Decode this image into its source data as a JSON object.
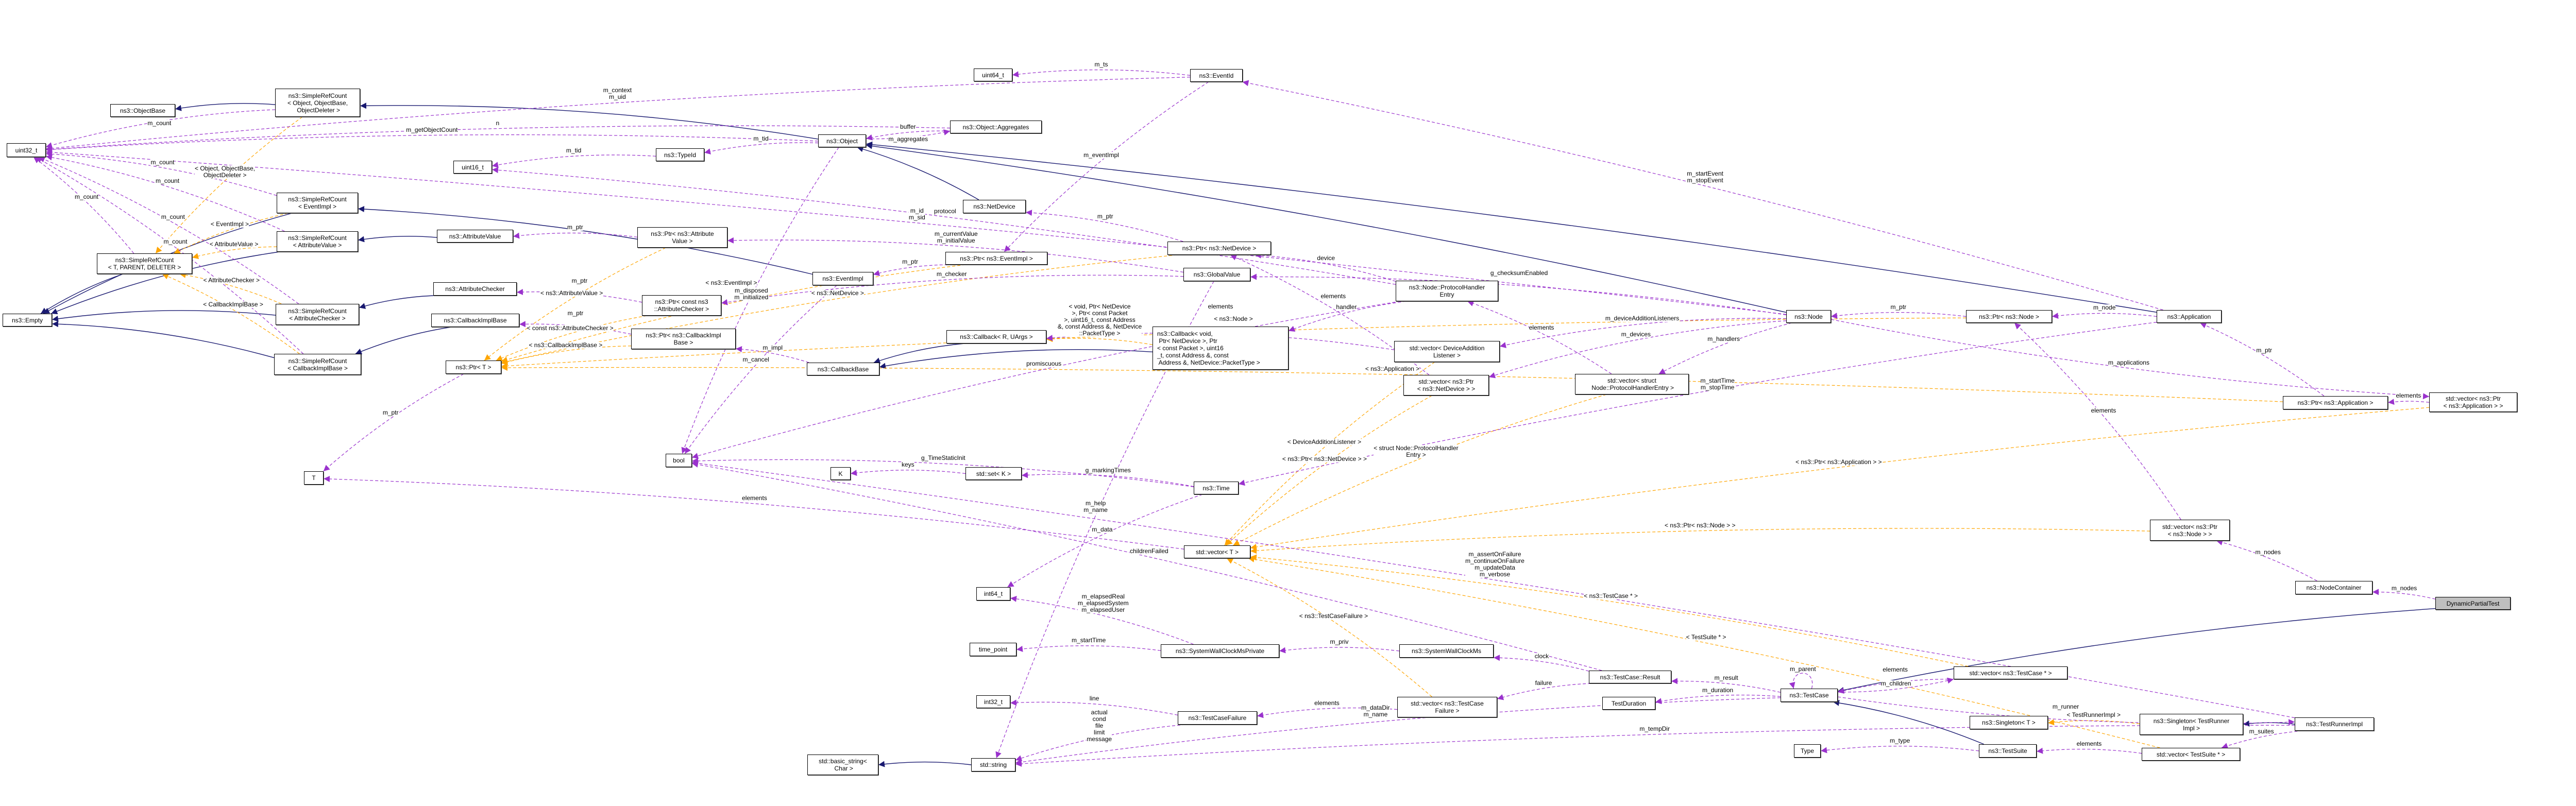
{
  "colors": {
    "inherit": "#191970",
    "use": "#9a32cd",
    "template": "#ffa500",
    "root_fill": "#bfbfbf"
  },
  "nodes": {
    "uint32": {
      "label": "uint32_t"
    },
    "ObjectBase": {
      "label": "ns3::ObjectBase"
    },
    "SRC_Object": {
      "label": "ns3::SimpleRefCount\n< Object, ObjectBase,\n ObjectDeleter >"
    },
    "uint16": {
      "label": "uint16_t"
    },
    "SRC_EventImpl": {
      "label": "ns3::SimpleRefCount\n< EventImpl >"
    },
    "SRC_AttrValue": {
      "label": "ns3::SimpleRefCount\n< AttributeValue >"
    },
    "SRC_TPD": {
      "label": "ns3::SimpleRefCount\n< T, PARENT, DELETER >"
    },
    "AttributeValue": {
      "label": "ns3::AttributeValue"
    },
    "Empty": {
      "label": "ns3::Empty"
    },
    "SRC_AttrChecker": {
      "label": "ns3::SimpleRefCount\n< AttributeChecker >"
    },
    "SRC_CIB": {
      "label": "ns3::SimpleRefCount\n< CallbackImplBase >"
    },
    "AttributeChecker": {
      "label": "ns3::AttributeChecker"
    },
    "CallbackImplBase": {
      "label": "ns3::CallbackImplBase"
    },
    "PtrT": {
      "label": "ns3::Ptr< T >"
    },
    "T": {
      "label": "T"
    },
    "Object": {
      "label": "ns3::Object"
    },
    "TypeId": {
      "label": "ns3::TypeId"
    },
    "PtrAttrValue": {
      "label": "ns3::Ptr< ns3::Attribute\nValue >"
    },
    "EventImpl": {
      "label": "ns3::EventImpl"
    },
    "PtrConstAC": {
      "label": "ns3::Ptr< const ns3\n::AttributeChecker >"
    },
    "PtrCIB": {
      "label": "ns3::Ptr< ns3::CallbackImpl\nBase >"
    },
    "CallbackBase": {
      "label": "ns3::CallbackBase"
    },
    "Aggregates": {
      "label": "ns3::Object::Aggregates"
    },
    "bool": {
      "label": "bool"
    },
    "K": {
      "label": "K"
    },
    "basic_string": {
      "label": "std::basic_string<\n Char >"
    },
    "uint64": {
      "label": "uint64_t"
    },
    "EventId": {
      "label": "ns3::EventId"
    },
    "NetDevice": {
      "label": "ns3::NetDevice"
    },
    "PtrEventImpl": {
      "label": "ns3::Ptr< ns3::EventImpl >"
    },
    "PtrNetDevice": {
      "label": "ns3::Ptr< ns3::NetDevice >"
    },
    "GlobalValue": {
      "label": "ns3::GlobalValue"
    },
    "CallbackRU": {
      "label": "ns3::Callback< R, UArgs >"
    },
    "CallbackVoid": {
      "label": "ns3::Callback< void,\n Ptr< NetDevice >, Ptr\n< const Packet >, uint16\n_t, const Address &, const\n Address &, NetDevice::PacketType >"
    },
    "PHE": {
      "label": "ns3::Node::ProtocolHandler\nEntry"
    },
    "vecDAL": {
      "label": "std::vector< DeviceAddition\nListener >"
    },
    "vecPtrND": {
      "label": "std::vector< ns3::Ptr\n< ns3::NetDevice > >"
    },
    "vecPHE": {
      "label": "std::vector< struct\n Node::ProtocolHandlerEntry >"
    },
    "setK": {
      "label": "std::set< K >"
    },
    "Time": {
      "label": "ns3::Time"
    },
    "vecT": {
      "label": "std::vector< T >"
    },
    "int64": {
      "label": "int64_t"
    },
    "time_point": {
      "label": "time_point"
    },
    "SWCMP": {
      "label": "ns3::SystemWallClockMsPrivate"
    },
    "SWCM": {
      "label": "ns3::SystemWallClockMs"
    },
    "int32": {
      "label": "int32_t"
    },
    "TCF": {
      "label": "ns3::TestCaseFailure"
    },
    "string": {
      "label": "std::string"
    },
    "vecTCF": {
      "label": "std::vector< ns3::TestCase\nFailure >"
    },
    "Node": {
      "label": "ns3::Node"
    },
    "Result": {
      "label": "ns3::TestCase::Result"
    },
    "TestDuration": {
      "label": "TestDuration"
    },
    "TestCase": {
      "label": "ns3::TestCase"
    },
    "Type": {
      "label": "Type"
    },
    "PtrNode": {
      "label": "ns3::Ptr< ns3::Node >"
    },
    "Application": {
      "label": "ns3::Application"
    },
    "PtrApp": {
      "label": "ns3::Ptr< ns3::Application >"
    },
    "vecPtrApp": {
      "label": "std::vector< ns3::Ptr\n< ns3::Application > >"
    },
    "vecPtrNode": {
      "label": "std::vector< ns3::Ptr\n< ns3::Node > >"
    },
    "NodeContainer": {
      "label": "ns3::NodeContainer"
    },
    "DynamicPartialTest": {
      "label": "DynamicPartialTest"
    },
    "vecTestCase": {
      "label": "std::vector< ns3::TestCase * >"
    },
    "SingletonT": {
      "label": "ns3::Singleton< T >"
    },
    "SingletonTRI": {
      "label": "ns3::Singleton< TestRunner\nImpl >"
    },
    "TestRunnerImpl": {
      "label": "ns3::TestRunnerImpl"
    },
    "TestSuite": {
      "label": "ns3::TestSuite"
    },
    "vecTestSuite": {
      "label": "std::vector< TestSuite * >"
    }
  },
  "edges": [
    {
      "from": "SRC_Object",
      "to": "ObjectBase",
      "kind": "inherit",
      "label": ""
    },
    {
      "from": "Object",
      "to": "SRC_Object",
      "kind": "inherit",
      "label": ""
    },
    {
      "from": "SRC_EventImpl",
      "to": "Empty",
      "kind": "inherit",
      "label": ""
    },
    {
      "from": "EventImpl",
      "to": "SRC_EventImpl",
      "kind": "inherit",
      "label": ""
    },
    {
      "from": "AttributeValue",
      "to": "SRC_AttrValue",
      "kind": "inherit",
      "label": ""
    },
    {
      "from": "SRC_AttrValue",
      "to": "Empty",
      "kind": "inherit",
      "label": ""
    },
    {
      "from": "AttributeChecker",
      "to": "SRC_AttrChecker",
      "kind": "inherit",
      "label": ""
    },
    {
      "from": "SRC_AttrChecker",
      "to": "Empty",
      "kind": "inherit",
      "label": ""
    },
    {
      "from": "CallbackImplBase",
      "to": "SRC_CIB",
      "kind": "inherit",
      "label": ""
    },
    {
      "from": "SRC_CIB",
      "to": "Empty",
      "kind": "inherit",
      "label": ""
    },
    {
      "from": "SRC_TPD",
      "to": "Empty",
      "kind": "inherit",
      "label": ""
    },
    {
      "from": "NetDevice",
      "to": "Object",
      "kind": "inherit",
      "label": ""
    },
    {
      "from": "Node",
      "to": "Object",
      "kind": "inherit",
      "label": ""
    },
    {
      "from": "Application",
      "to": "Object",
      "kind": "inherit",
      "label": ""
    },
    {
      "from": "CallbackRU",
      "to": "CallbackBase",
      "kind": "inherit",
      "label": ""
    },
    {
      "from": "CallbackVoid",
      "to": "CallbackBase",
      "kind": "inherit",
      "label": ""
    },
    {
      "from": "DynamicPartialTest",
      "to": "TestCase",
      "kind": "inherit",
      "label": ""
    },
    {
      "from": "TestSuite",
      "to": "TestCase",
      "kind": "inherit",
      "label": ""
    },
    {
      "from": "TestRunnerImpl",
      "to": "SingletonTRI",
      "kind": "inherit",
      "label": ""
    },
    {
      "from": "string",
      "to": "basic_string",
      "kind": "inherit",
      "label": ""
    },
    {
      "from": "SRC_Object",
      "to": "SRC_TPD",
      "kind": "template",
      "label": "< Object, ObjectBase,\nObjectDeleter >"
    },
    {
      "from": "SRC_EventImpl",
      "to": "SRC_TPD",
      "kind": "template",
      "label": "< EventImpl >"
    },
    {
      "from": "SRC_AttrValue",
      "to": "SRC_TPD",
      "kind": "template",
      "label": "< AttributeValue >"
    },
    {
      "from": "SRC_AttrChecker",
      "to": "SRC_TPD",
      "kind": "template",
      "label": "< AttributeChecker >"
    },
    {
      "from": "SRC_CIB",
      "to": "SRC_TPD",
      "kind": "template",
      "label": "< CallbackImplBase >"
    },
    {
      "from": "PtrAttrValue",
      "to": "PtrT",
      "kind": "template",
      "label": "< ns3::AttributeValue >"
    },
    {
      "from": "PtrConstAC",
      "to": "PtrT",
      "kind": "template",
      "label": "< const ns3::AttributeChecker >"
    },
    {
      "from": "PtrCIB",
      "to": "PtrT",
      "kind": "template",
      "label": "< ns3::CallbackImplBase >"
    },
    {
      "from": "PtrEventImpl",
      "to": "PtrT",
      "kind": "template",
      "label": "< ns3::EventImpl >"
    },
    {
      "from": "PtrNetDevice",
      "to": "PtrT",
      "kind": "template",
      "label": "< ns3::NetDevice >"
    },
    {
      "from": "PtrNode",
      "to": "PtrT",
      "kind": "template",
      "label": "< ns3::Node >"
    },
    {
      "from": "PtrApp",
      "to": "PtrT",
      "kind": "template",
      "label": "< ns3::Application >"
    },
    {
      "from": "CallbackVoid",
      "to": "CallbackRU",
      "kind": "template",
      "label": "< void, Ptr< NetDevice\n>, Ptr< const Packet\n>, uint16_t, const Address\n&, const Address &, NetDevice\n::PacketType >"
    },
    {
      "from": "vecDAL",
      "to": "vecT",
      "kind": "template",
      "label": "< DeviceAdditionListener >"
    },
    {
      "from": "vecPtrND",
      "to": "vecT",
      "kind": "template",
      "label": "< ns3::Ptr< ns3::NetDevice > >"
    },
    {
      "from": "vecPHE",
      "to": "vecT",
      "kind": "template",
      "label": "< struct Node::ProtocolHandler\nEntry >"
    },
    {
      "from": "vecPtrNode",
      "to": "vecT",
      "kind": "template",
      "label": "< ns3::Ptr< ns3::Node > >"
    },
    {
      "from": "vecPtrApp",
      "to": "vecT",
      "kind": "template",
      "label": "< ns3::Ptr< ns3::Application > >"
    },
    {
      "from": "vecTCF",
      "to": "vecT",
      "kind": "template",
      "label": "< ns3::TestCaseFailure >"
    },
    {
      "from": "vecTestCase",
      "to": "vecT",
      "kind": "template",
      "label": "< ns3::TestCase * >"
    },
    {
      "from": "vecTestSuite",
      "to": "vecT",
      "kind": "template",
      "label": "< TestSuite * >"
    },
    {
      "from": "SingletonTRI",
      "to": "SingletonT",
      "kind": "template",
      "label": "< TestRunnerImpl >"
    },
    {
      "from": "SRC_Object",
      "to": "uint32",
      "kind": "use",
      "label": "m_count"
    },
    {
      "from": "SRC_EventImpl",
      "to": "uint32",
      "kind": "use",
      "label": "m_count"
    },
    {
      "from": "SRC_AttrValue",
      "to": "uint32",
      "kind": "use",
      "label": "m_count"
    },
    {
      "from": "SRC_AttrChecker",
      "to": "uint32",
      "kind": "use",
      "label": "m_count"
    },
    {
      "from": "SRC_CIB",
      "to": "uint32",
      "kind": "use",
      "label": "m_count"
    },
    {
      "from": "SRC_TPD",
      "to": "uint32",
      "kind": "use",
      "label": "m_count"
    },
    {
      "from": "Object",
      "to": "uint32",
      "kind": "use",
      "label": "m_getObjectCount"
    },
    {
      "from": "EventId",
      "to": "uint32",
      "kind": "use",
      "label": "m_context\nm_uid"
    },
    {
      "from": "Node",
      "to": "uint32",
      "kind": "use",
      "label": "m_id\nm_sid"
    },
    {
      "from": "Aggregates",
      "to": "uint32",
      "kind": "use",
      "label": "n"
    },
    {
      "from": "Object",
      "to": "TypeId",
      "kind": "use",
      "label": "m_tid"
    },
    {
      "from": "TypeId",
      "to": "uint16",
      "kind": "use",
      "label": "m_tid"
    },
    {
      "from": "Object",
      "to": "bool",
      "kind": "use",
      "label": "m_disposed\nm_initialized"
    },
    {
      "from": "PHE",
      "to": "uint16",
      "kind": "use",
      "label": "protocol"
    },
    {
      "from": "Aggregates",
      "to": "Object",
      "kind": "use",
      "label": "buffer"
    },
    {
      "from": "Object",
      "to": "Aggregates",
      "kind": "use",
      "label": "m_aggregates"
    },
    {
      "from": "EventId",
      "to": "uint64",
      "kind": "use",
      "label": "m_ts"
    },
    {
      "from": "EventId",
      "to": "PtrEventImpl",
      "kind": "use",
      "label": "m_eventImpl"
    },
    {
      "from": "PtrEventImpl",
      "to": "EventImpl",
      "kind": "use",
      "label": "m_ptr"
    },
    {
      "from": "EventImpl",
      "to": "bool",
      "kind": "use",
      "label": "m_cancel"
    },
    {
      "from": "PtrAttrValue",
      "to": "AttributeValue",
      "kind": "use",
      "label": "m_ptr"
    },
    {
      "from": "GlobalValue",
      "to": "PtrAttrValue",
      "kind": "use",
      "label": "m_currentValue\nm_initialValue"
    },
    {
      "from": "PtrConstAC",
      "to": "AttributeChecker",
      "kind": "use",
      "label": "m_ptr"
    },
    {
      "from": "GlobalValue",
      "to": "PtrConstAC",
      "kind": "use",
      "label": "m_checker"
    },
    {
      "from": "PtrCIB",
      "to": "CallbackImplBase",
      "kind": "use",
      "label": "m_ptr"
    },
    {
      "from": "CallbackBase",
      "to": "PtrCIB",
      "kind": "use",
      "label": "m_impl"
    },
    {
      "from": "PtrT",
      "to": "T",
      "kind": "use",
      "label": "m_ptr"
    },
    {
      "from": "vecT",
      "to": "T",
      "kind": "use",
      "label": "elements"
    },
    {
      "from": "GlobalValue",
      "to": "string",
      "kind": "use",
      "label": "m_help\nm_name"
    },
    {
      "from": "PtrNetDevice",
      "to": "NetDevice",
      "kind": "use",
      "label": "m_ptr"
    },
    {
      "from": "PHE",
      "to": "PtrNetDevice",
      "kind": "use",
      "label": "device"
    },
    {
      "from": "PHE",
      "to": "CallbackVoid",
      "kind": "use",
      "label": "handler"
    },
    {
      "from": "PHE",
      "to": "bool",
      "kind": "use",
      "label": "promiscuous"
    },
    {
      "from": "vecPtrND",
      "to": "PtrNetDevice",
      "kind": "use",
      "label": "elements"
    },
    {
      "from": "vecDAL",
      "to": "CallbackRU",
      "kind": "use",
      "label": "elements"
    },
    {
      "from": "vecPHE",
      "to": "PHE",
      "kind": "use",
      "label": "elements"
    },
    {
      "from": "Node",
      "to": "vecDAL",
      "kind": "use",
      "label": "m_deviceAdditionListeners"
    },
    {
      "from": "Node",
      "to": "vecPtrND",
      "kind": "use",
      "label": "m_devices"
    },
    {
      "from": "Node",
      "to": "vecPHE",
      "kind": "use",
      "label": "m_handlers"
    },
    {
      "from": "Node",
      "to": "GlobalValue",
      "kind": "use",
      "label": "g_checksumEnabled"
    },
    {
      "from": "PtrNode",
      "to": "Node",
      "kind": "use",
      "label": "m_ptr"
    },
    {
      "from": "Application",
      "to": "PtrNode",
      "kind": "use",
      "label": "m_node"
    },
    {
      "from": "Application",
      "to": "EventId",
      "kind": "use",
      "label": "m_startEvent\nm_stopEvent"
    },
    {
      "from": "Application",
      "to": "Time",
      "kind": "use",
      "label": "m_startTime\nm_stopTime"
    },
    {
      "from": "Node",
      "to": "vecPtrApp",
      "kind": "use",
      "label": "m_applications"
    },
    {
      "from": "PtrApp",
      "to": "Application",
      "kind": "use",
      "label": "m_ptr"
    },
    {
      "from": "vecPtrApp",
      "to": "PtrApp",
      "kind": "use",
      "label": "elements"
    },
    {
      "from": "vecPtrNode",
      "to": "PtrNode",
      "kind": "use",
      "label": "elements"
    },
    {
      "from": "NodeContainer",
      "to": "vecPtrNode",
      "kind": "use",
      "label": "m_nodes"
    },
    {
      "from": "DynamicPartialTest",
      "to": "NodeContainer",
      "kind": "use",
      "label": "m_nodes"
    },
    {
      "from": "Time",
      "to": "setK",
      "kind": "use",
      "label": "g_markingTimes"
    },
    {
      "from": "setK",
      "to": "K",
      "kind": "use",
      "label": "keys"
    },
    {
      "from": "Time",
      "to": "bool",
      "kind": "use",
      "label": "g_TimeStaticInit"
    },
    {
      "from": "Time",
      "to": "int64",
      "kind": "use",
      "label": "m_data"
    },
    {
      "from": "SWCMP",
      "to": "int64",
      "kind": "use",
      "label": "m_elapsedReal\nm_elapsedSystem\nm_elapsedUser"
    },
    {
      "from": "SWCMP",
      "to": "time_point",
      "kind": "use",
      "label": "m_startTime"
    },
    {
      "from": "SWCM",
      "to": "SWCMP",
      "kind": "use",
      "label": "m_priv"
    },
    {
      "from": "Result",
      "to": "SWCM",
      "kind": "use",
      "label": "clock"
    },
    {
      "from": "Result",
      "to": "bool",
      "kind": "use",
      "label": "childrenFailed"
    },
    {
      "from": "Result",
      "to": "vecTCF",
      "kind": "use",
      "label": "failure"
    },
    {
      "from": "vecTCF",
      "to": "TCF",
      "kind": "use",
      "label": "elements"
    },
    {
      "from": "TCF",
      "to": "int32",
      "kind": "use",
      "label": "line"
    },
    {
      "from": "TCF",
      "to": "string",
      "kind": "use",
      "label": "actual\ncond\nfile\nlimit\nmessage"
    },
    {
      "from": "TestCase",
      "to": "Result",
      "kind": "use",
      "label": "m_result"
    },
    {
      "from": "TestCase",
      "to": "TestDuration",
      "kind": "use",
      "label": "m_duration"
    },
    {
      "from": "TestCase",
      "to": "string",
      "kind": "use",
      "label": "m_dataDir\nm_name"
    },
    {
      "from": "TestCase",
      "to": "TestCase",
      "kind": "use",
      "label": "m_parent"
    },
    {
      "from": "TestCase",
      "to": "vecTestCase",
      "kind": "use",
      "label": "m_children"
    },
    {
      "from": "vecTestCase",
      "to": "TestCase",
      "kind": "use",
      "label": "elements"
    },
    {
      "from": "TestCase",
      "to": "TestRunnerImpl",
      "kind": "use",
      "label": "m_runner"
    },
    {
      "from": "TestRunnerImpl",
      "to": "bool",
      "kind": "use",
      "label": "m_assertOnFailure\nm_continueOnFailure\nm_updateData\nm_verbose"
    },
    {
      "from": "TestRunnerImpl",
      "to": "vecTestSuite",
      "kind": "use",
      "label": "m_suites"
    },
    {
      "from": "vecTestSuite",
      "to": "TestSuite",
      "kind": "use",
      "label": "elements"
    },
    {
      "from": "TestSuite",
      "to": "Type",
      "kind": "use",
      "label": "m_type"
    },
    {
      "from": "TestRunnerImpl",
      "to": "string",
      "kind": "use",
      "label": "m_tempDir"
    }
  ]
}
